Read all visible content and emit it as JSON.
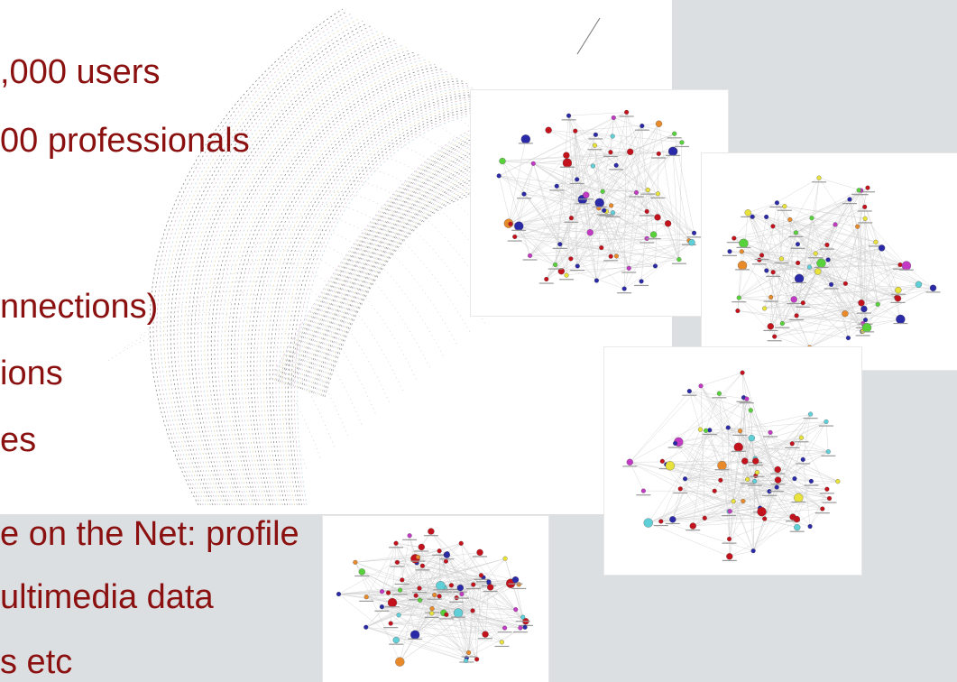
{
  "slide": {
    "background_color": "#dcdfe2",
    "text_color": "#8b1010",
    "accent_color": "#55b46a",
    "lines": [
      ",000 users",
      "00 professionals",
      "nnections)",
      "ions",
      "es",
      "e on the Net: profile",
      "ultimedia data",
      "s etc"
    ]
  },
  "images": {
    "mesh": {
      "name": "wireframe-surface-illustration"
    },
    "graphs": [
      {
        "name": "network-graph-1"
      },
      {
        "name": "network-graph-2"
      },
      {
        "name": "network-graph-3"
      },
      {
        "name": "network-graph-4"
      }
    ]
  }
}
